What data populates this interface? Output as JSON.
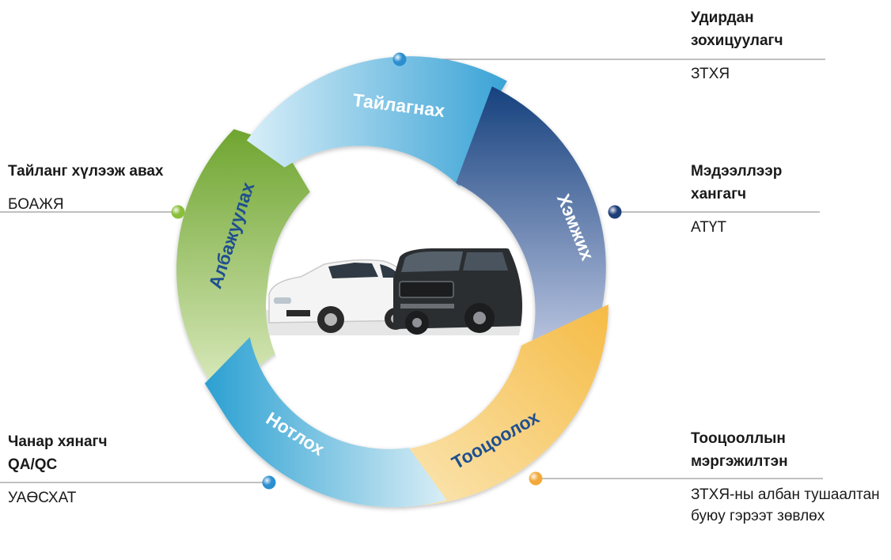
{
  "cycle": {
    "segments": [
      {
        "id": "tailagnah",
        "label": "Тайлагнах",
        "color_light": "#d8eef8",
        "color_dark": "#3aa3d6",
        "text_color": "#ffffff"
      },
      {
        "id": "hemjih",
        "label": "Хэмжих",
        "color_light": "#c7cfe8",
        "color_dark": "#16417e",
        "text_color": "#ffffff"
      },
      {
        "id": "tootsooloh",
        "label": "Тооцоолох",
        "color_light": "#fbe7b7",
        "color_dark": "#f5bb45",
        "text_color": "#1f4f8f"
      },
      {
        "id": "notloh",
        "label": "Нотлох",
        "color_light": "#d9eef6",
        "color_dark": "#2ba0d2",
        "text_color": "#ffffff"
      },
      {
        "id": "albajuulah",
        "label": "Албажуулах",
        "color_light": "#dcebc0",
        "color_dark": "#6fa530",
        "text_color": "#1f4f8f"
      }
    ]
  },
  "roles": [
    {
      "id": "udirdan",
      "title": "Удирдан зохицуулагч",
      "org": "ЗТХЯ"
    },
    {
      "id": "medeelel",
      "title": "Мэдээллээр хангагч",
      "org": "АТҮТ"
    },
    {
      "id": "tootsoolol",
      "title": "Тооцооллын мэргэжилтэн",
      "org": "ЗТХЯ-ны албан тушаалтан буюу гэрээт зөвлөх"
    },
    {
      "id": "chanar",
      "title": "Чанар хянагч QA/QC",
      "org": "УАӨСХАТ"
    },
    {
      "id": "tailang",
      "title": "Тайланг хүлээж авах",
      "org": "БОАЖЯ"
    }
  ],
  "colors": {
    "connector_line": "#9a9a9a",
    "dot_blue": "#2b8fd0",
    "dot_navy": "#1e3f7a",
    "dot_orange": "#f2a93b",
    "dot_green": "#8bbf3a"
  },
  "icons": {
    "center": "cars-photo"
  }
}
